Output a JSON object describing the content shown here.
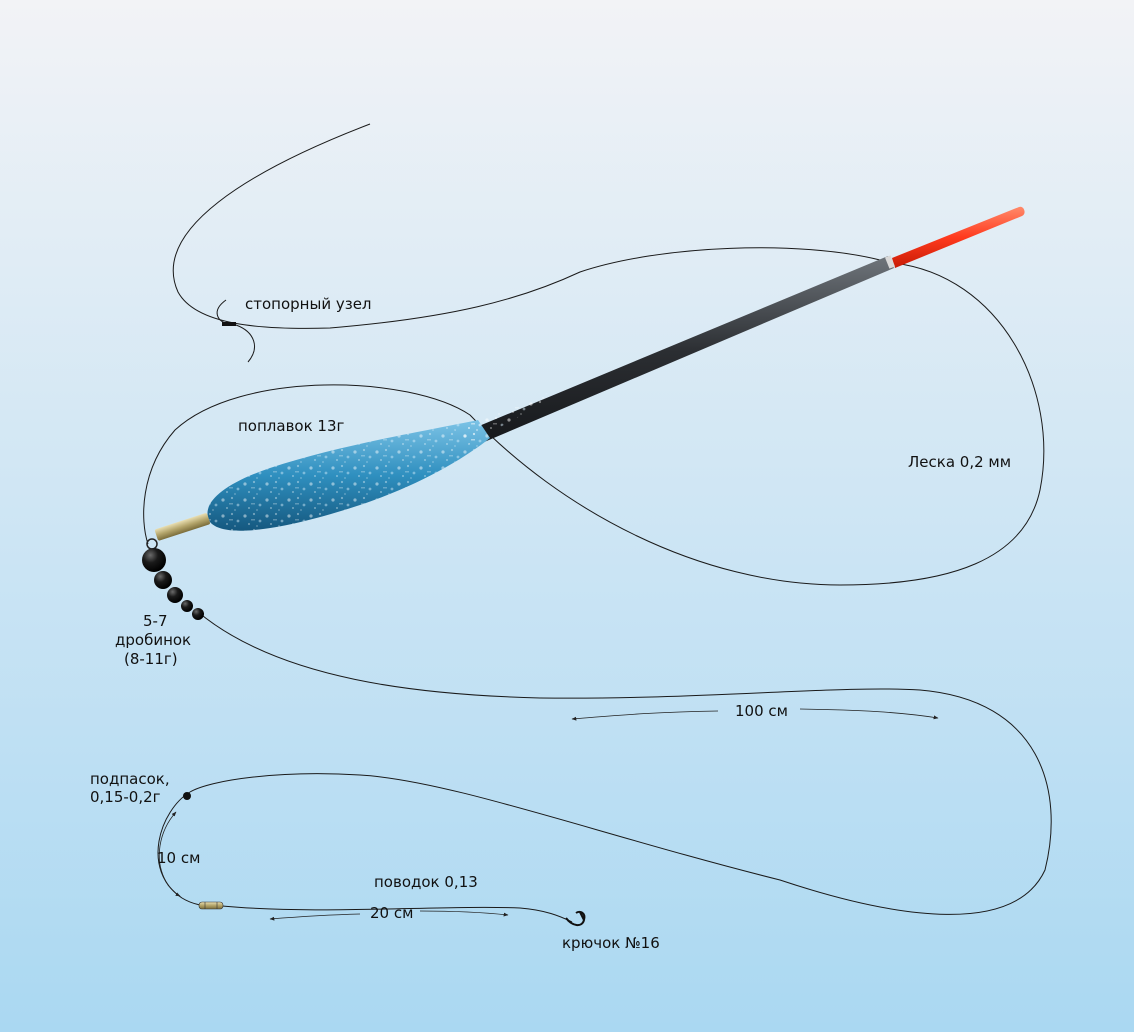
{
  "labels": {
    "stop_knot": "стопорный узел",
    "float": "поплавок 13г",
    "line": "Леска 0,2 мм",
    "shot_count": "5-7",
    "shot_name": "дробинок",
    "shot_weight": "(8-11г)",
    "dist_100": "100 см",
    "sinker_name": "подпасок,",
    "sinker_weight": "0,15-0,2г",
    "dist_10": "10 см",
    "leader": "поводок 0,13",
    "dist_20": "20 см",
    "hook": "крючок №16"
  },
  "colors": {
    "bg_top": "#f2f3f6",
    "bg_bottom": "#aad8f2",
    "antenna": "#ff3a1e",
    "stem": "#3b3f44",
    "body": "#2f8fbf",
    "shot": "#111111"
  }
}
